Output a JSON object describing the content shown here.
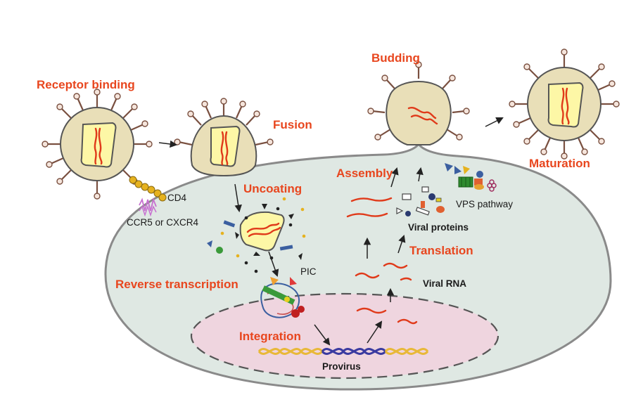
{
  "stages": {
    "receptor_binding": "Receptor binding",
    "fusion": "Fusion",
    "uncoating": "Uncoating",
    "reverse_transcription": "Reverse transcription",
    "integration": "Integration",
    "translation": "Translation",
    "assembly": "Assembly",
    "budding": "Budding",
    "maturation": "Maturation"
  },
  "labels": {
    "cd4": "CD4",
    "coreceptor": "CCR5 or CXCR4",
    "pic": "PIC",
    "viral_rna": "Viral RNA",
    "viral_proteins": "Viral proteins",
    "vps_pathway": "VPS pathway",
    "provirus": "Provirus"
  },
  "colors": {
    "stage_label": "#e8461e",
    "cell_fill": "#dfe8e3",
    "nucleus_fill": "#efd5df",
    "virion_fill": "#e9dfb8",
    "capsid_fill": "#fdf7a6",
    "rna": "#e03a1a",
    "host_dna": "#e8b838",
    "viral_dna": "#3a3aa0"
  }
}
